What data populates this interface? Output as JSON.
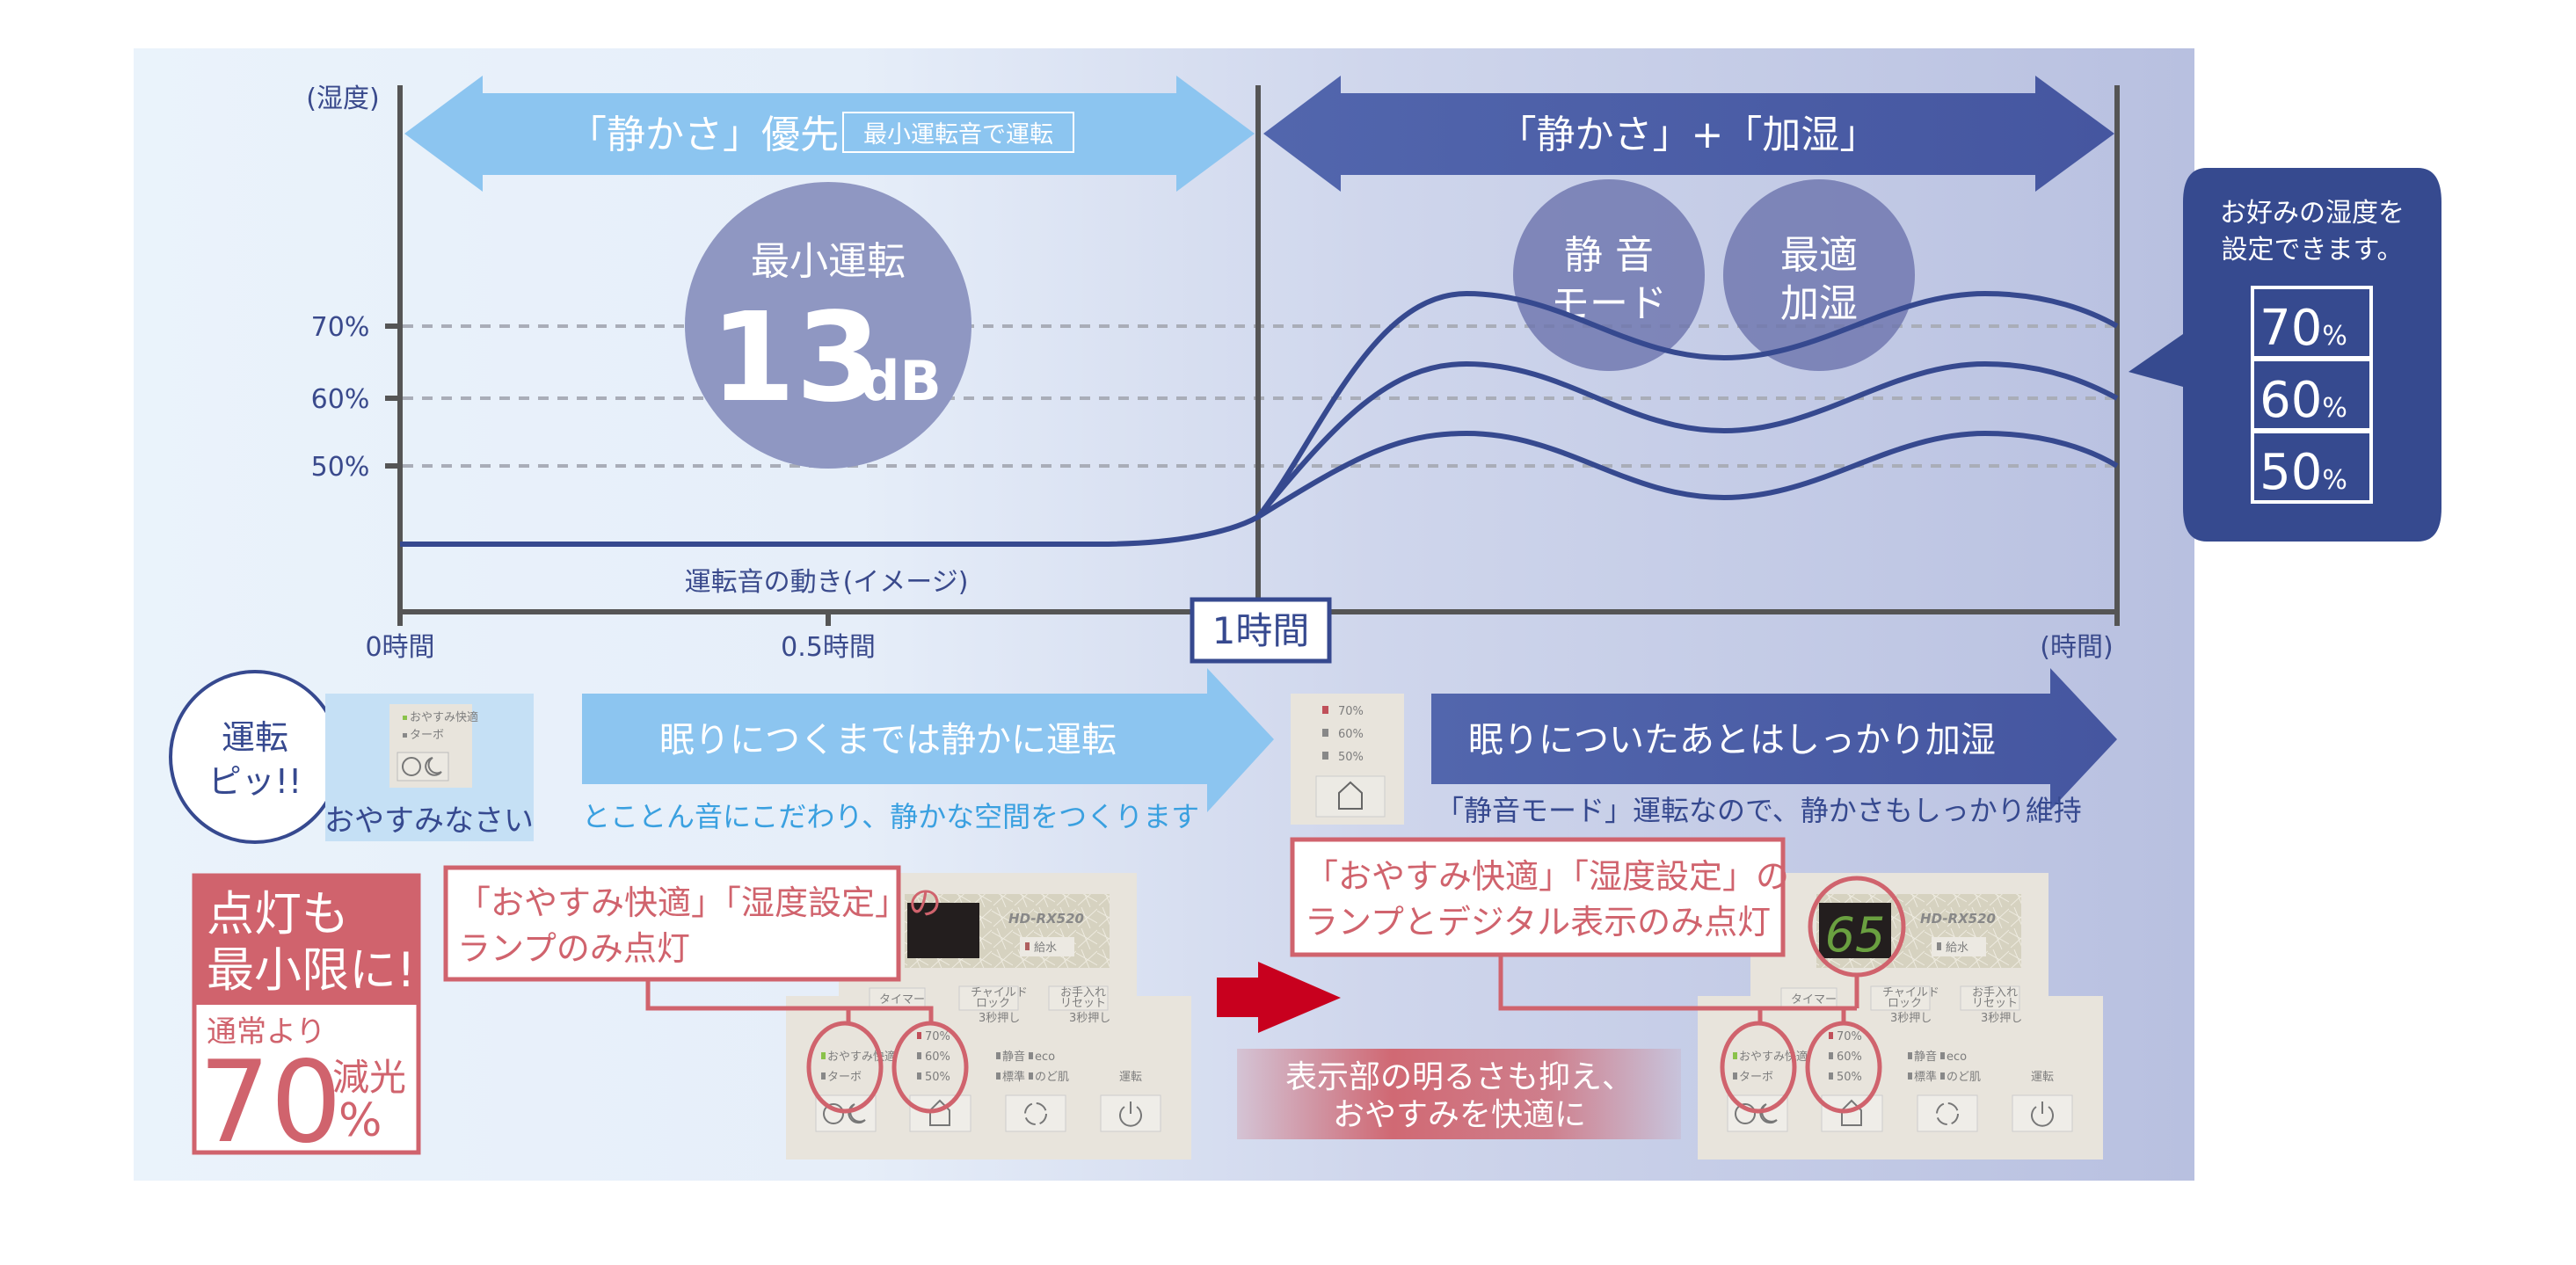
{
  "colors": {
    "light_blue": "#8cc5f0",
    "navy": "#4a5ca6",
    "accent_red": "#d0636d",
    "arrow_red": "#c8001e",
    "circle": "#8f97c2"
  },
  "chart": {
    "y_axis_label": "(湿度)",
    "x_axis_label": "(時間)",
    "y_ticks": [
      "70%",
      "60%",
      "50%"
    ],
    "x_ticks": [
      "0時間",
      "0.5時間"
    ],
    "x_highlight": "1時間",
    "line_caption": "運転音の動き(イメージ)"
  },
  "phase1": {
    "title": "「静かさ」優先",
    "tag": "最小運転音で運転",
    "circle_label": "最小運転",
    "circle_value": "13",
    "circle_unit": "dB"
  },
  "phase2": {
    "title": "「静かさ」+「加湿」",
    "bubble1": [
      "静 音",
      "モード"
    ],
    "bubble2": [
      "最適",
      "加湿"
    ]
  },
  "setting_callout": {
    "text": [
      "お好みの湿度を",
      "設定できます。"
    ],
    "options": [
      {
        "num": "70",
        "unit": "%"
      },
      {
        "num": "60",
        "unit": "%"
      },
      {
        "num": "50",
        "unit": "%"
      }
    ]
  },
  "start": {
    "circle": [
      "運転",
      "ピッ!!"
    ],
    "panel_label": "おやすみなさい",
    "lamps": [
      "おやすみ快適",
      "ターボ"
    ]
  },
  "arrow_before": {
    "title": "眠りにつくまでは静かに運転",
    "subtitle": "とことん音にこだわり、静かな空間をつくります"
  },
  "mid_panel": {
    "lamps": [
      "70%",
      "60%",
      "50%"
    ]
  },
  "arrow_after": {
    "title": "眠りについたあとはしっかり加湿",
    "subtitle": "「静音モード」運転なので、静かさもしっかり維持"
  },
  "lighting": {
    "title": [
      "点灯も",
      "最小限に!"
    ],
    "sub": "通常より",
    "value": "70",
    "suffix1": "減光",
    "suffix2": "%"
  },
  "callout_left": [
    "「おやすみ快適」「湿度設定」の",
    "ランプのみ点灯"
  ],
  "callout_right": [
    "「おやすみ快適」「湿度設定」の",
    "ランプとデジタル表示のみ点灯"
  ],
  "brightness_note": [
    "表示部の明るさも抑え、",
    "おやすみを快適に"
  ],
  "control_panel": {
    "model": "HD-RX520",
    "water": "給水",
    "timer": "タイマー",
    "child_lock": [
      "チャイルド",
      "ロック"
    ],
    "care_reset": [
      "お手入れ",
      "リセット"
    ],
    "hold": "3秒押し",
    "sleep": "おやすみ快適",
    "turbo": "ターボ",
    "h70": "70%",
    "h60": "60%",
    "h50": "50%",
    "quiet": "静音",
    "eco": "eco",
    "standard": "標準",
    "throat": "のど肌",
    "run": "運転",
    "display_right": "65"
  }
}
